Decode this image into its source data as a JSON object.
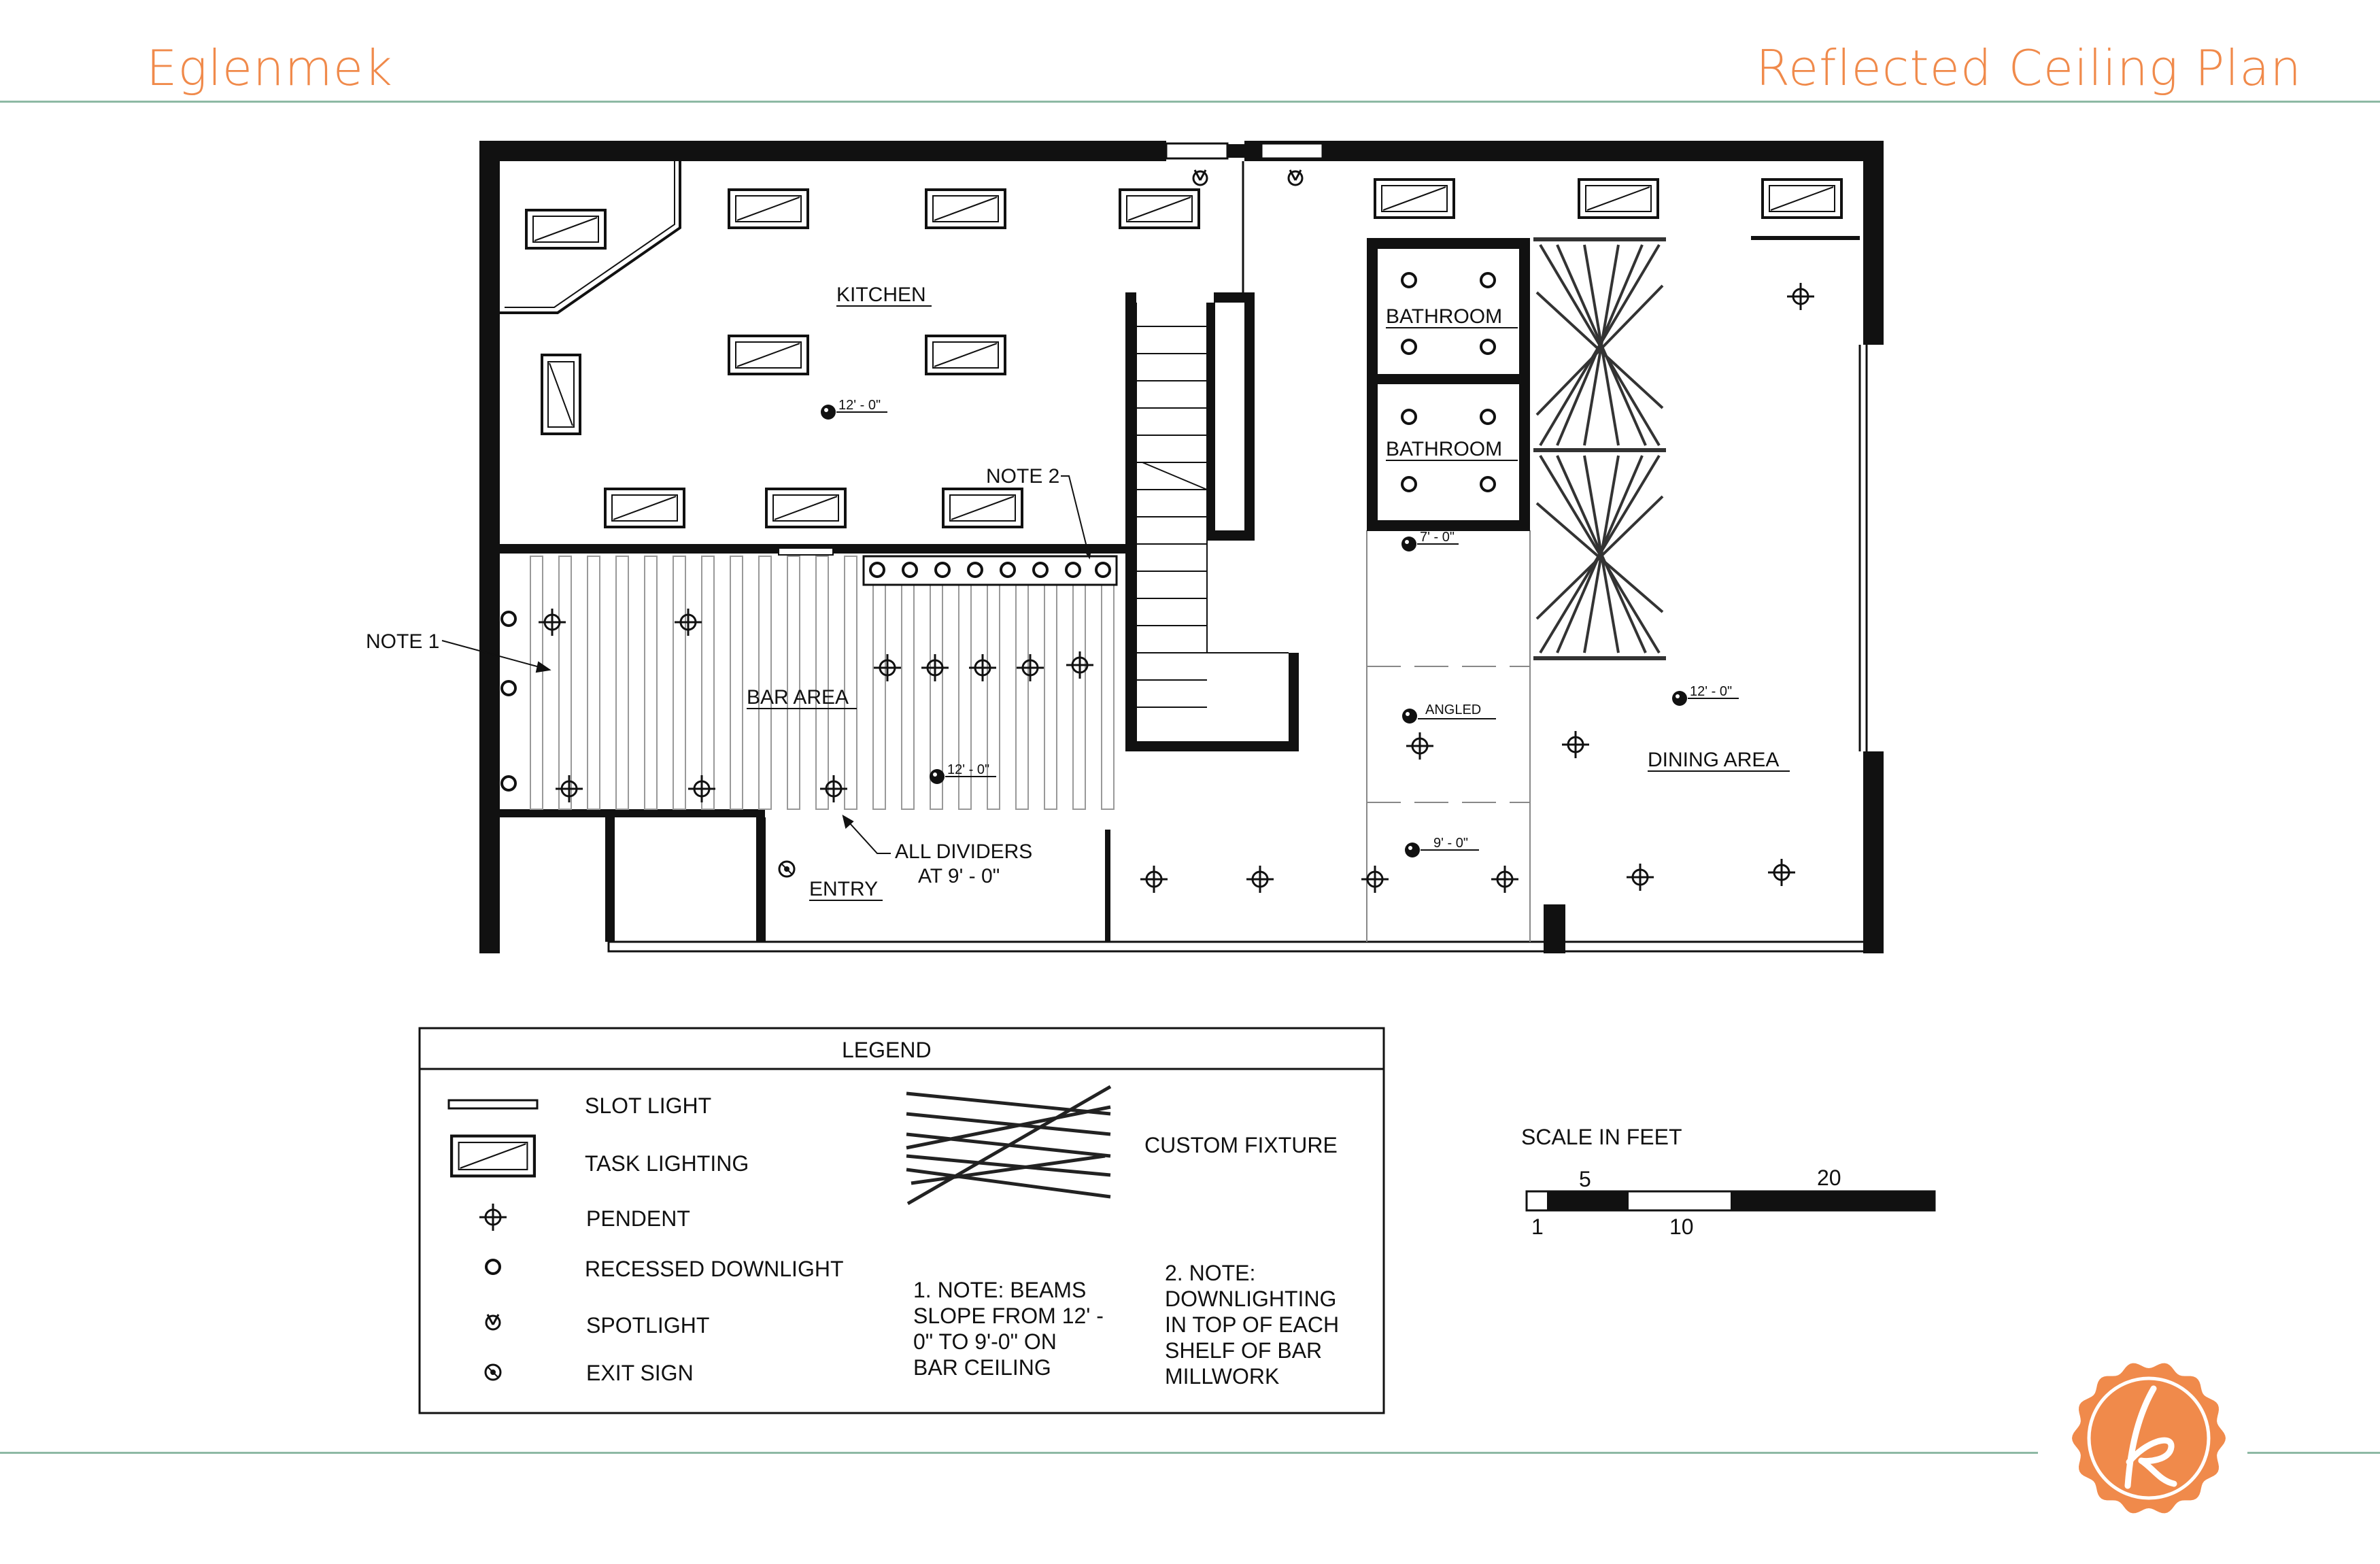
{
  "header": {
    "title_left": "Eglenmek",
    "title_right": "Reflected Ceiling Plan"
  },
  "colors": {
    "accent_orange": "#F08A4B",
    "rule_green": "#8DB9A4",
    "ink": "#111111"
  },
  "rooms": {
    "kitchen": "KITCHEN",
    "bathroom_1": "BATHROOM",
    "bathroom_2": "BATHROOM",
    "bar_area": "BAR AREA",
    "entry": "ENTRY",
    "dining_area": "DINING AREA"
  },
  "annotations": {
    "note_1": "NOTE 1",
    "note_2": "NOTE 2",
    "dividers_line1": "ALL DIVIDERS",
    "dividers_line2": "AT 9' - 0\"",
    "kitchen_height": "12' - 0\"",
    "bar_height": "12' - 0\"",
    "dining_height": "12' - 0\"",
    "corridor_height": "7' - 0\"",
    "angled": "ANGLED",
    "lower_height": "9' - 0\""
  },
  "legend": {
    "title": "LEGEND",
    "slot_light": "SLOT LIGHT",
    "task_lighting": "TASK LIGHTING",
    "pendent": "PENDENT",
    "recessed_downlight": "RECESSED DOWNLIGHT",
    "spotlight": "SPOTLIGHT",
    "exit_sign": "EXIT SIGN",
    "custom_fixture": "CUSTOM FIXTURE",
    "note1_lines": [
      "1. NOTE: BEAMS",
      "SLOPE FROM 12' -",
      "0\" TO 9'-0\" ON",
      "BAR CEILING"
    ],
    "note2_lines": [
      "2. NOTE:",
      "DOWNLIGHTING",
      "IN TOP OF EACH",
      "SHELF OF BAR",
      "MILLWORK"
    ]
  },
  "scale": {
    "title": "SCALE IN FEET",
    "ticks_top": [
      "5",
      "20"
    ],
    "ticks_bottom": [
      "1",
      "10"
    ]
  },
  "logo_icon": "signature-k-seal-icon"
}
